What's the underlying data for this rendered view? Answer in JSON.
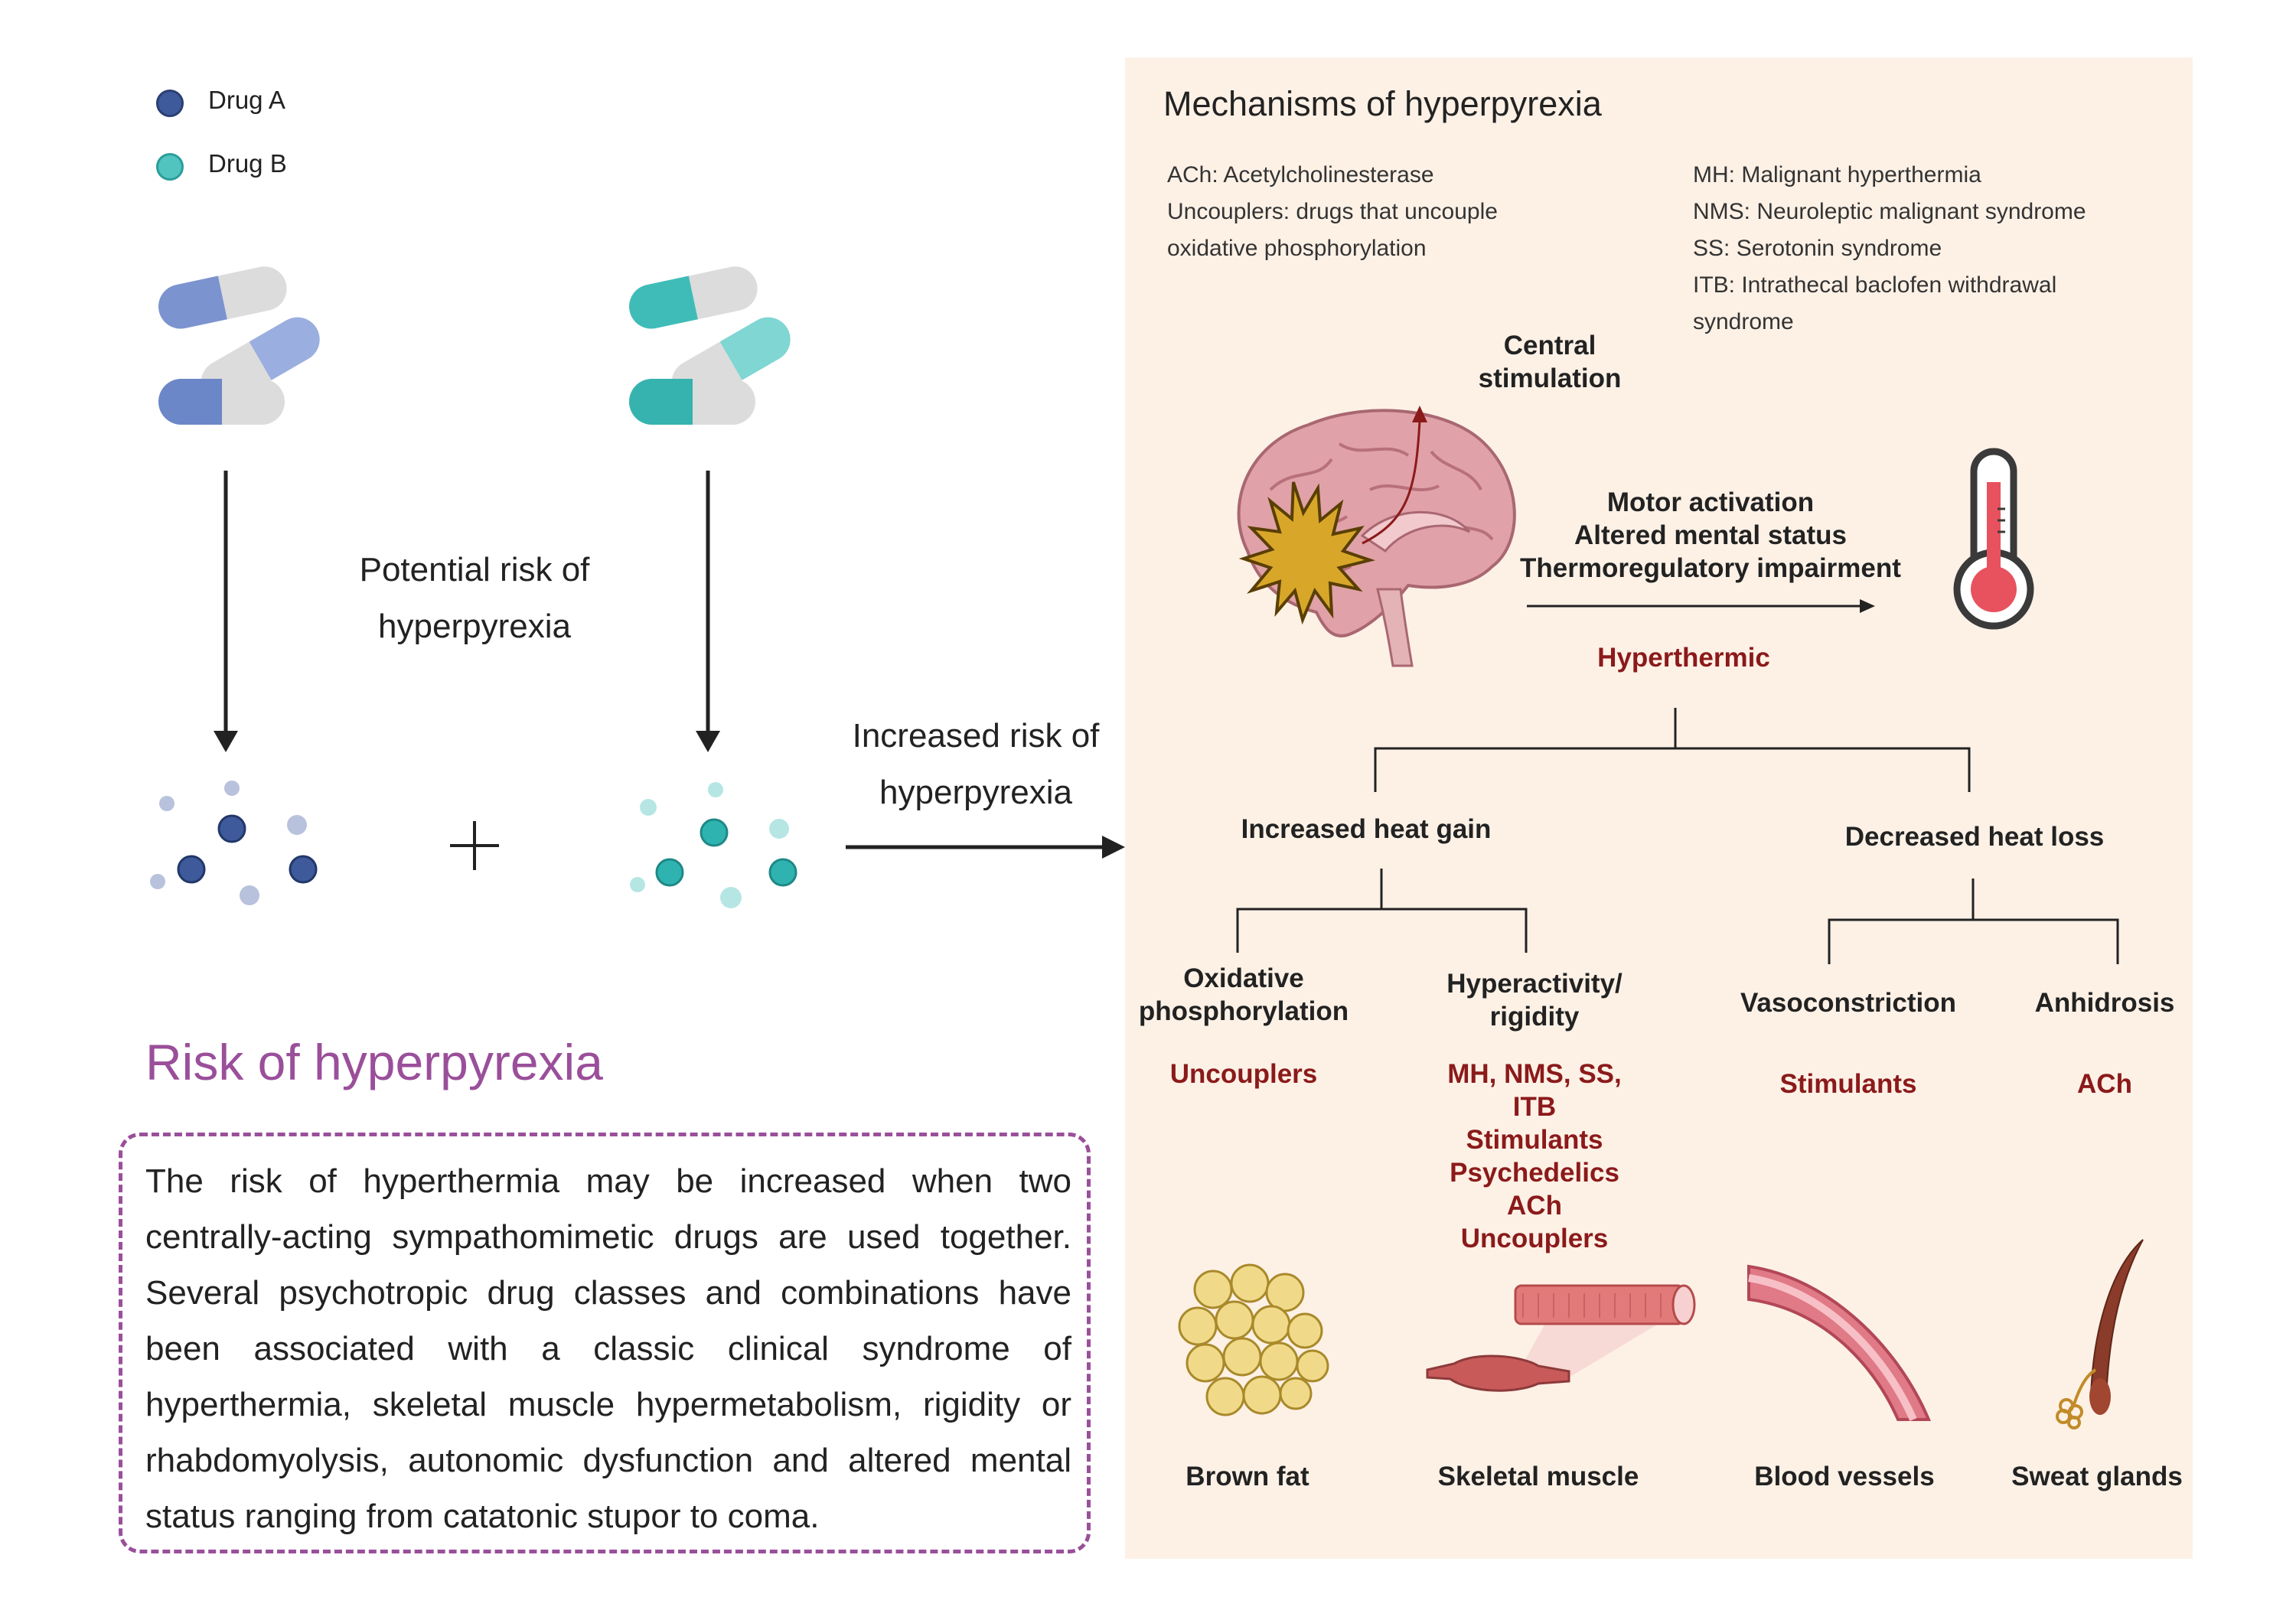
{
  "legend": [
    {
      "label": "Drug A",
      "color": "#3e5a9a"
    },
    {
      "label": "Drug B",
      "color": "#2fb3b0"
    }
  ],
  "center_text": "Potential risk of hyperpyrexia",
  "arrow_text": "Increased risk of hyperpyrexia",
  "risk": {
    "title": "Risk of hyperpyrexia",
    "body": "The risk of hyperthermia may be increased when two centrally-acting sympathomimetic drugs are used together. Several psychotropic drug classes and combinations have been associated with a classic clinical syndrome of hyperthermia, skeletal muscle hypermetabolism, rigidity or rhabdomyolysis, autonomic dysfunction and altered mental status ranging from catatonic stupor to coma."
  },
  "mechanisms": {
    "title": "Mechanisms of hyperpyrexia",
    "abbr_left": [
      "ACh: Acetylcholinesterase",
      "Uncouplers: drugs that uncouple",
      "oxidative phosphorylation"
    ],
    "abbr_right": [
      "MH: Malignant hyperthermia",
      "NMS: Neuroleptic malignant syndrome",
      "SS: Serotonin syndrome",
      "ITB: Intrathecal baclofen withdrawal",
      "syndrome"
    ],
    "central_stimulation": "Central stimulation",
    "effects": [
      "Motor activation",
      "Altered mental status",
      "Thermoregulatory impairment"
    ],
    "hyperthermic": "Hyperthermic",
    "heat_gain": "Increased heat gain",
    "heat_loss": "Decreased heat loss",
    "ox_phos": "Oxidative phosphorylation",
    "hyperactivity": "Hyperactivity/ rigidity",
    "vasoconstriction": "Vasoconstriction",
    "anhidrosis": "Anhidrosis",
    "cause_ox": "Uncouplers",
    "cause_hyper": [
      "MH, NMS, SS,",
      "ITB",
      "Stimulants",
      "Psychedelics",
      "ACh",
      "Uncouplers"
    ],
    "cause_vaso": "Stimulants",
    "cause_anh": "ACh",
    "tissues": [
      "Brown fat",
      "Skeletal muscle",
      "Blood vessels",
      "Sweat glands"
    ]
  }
}
